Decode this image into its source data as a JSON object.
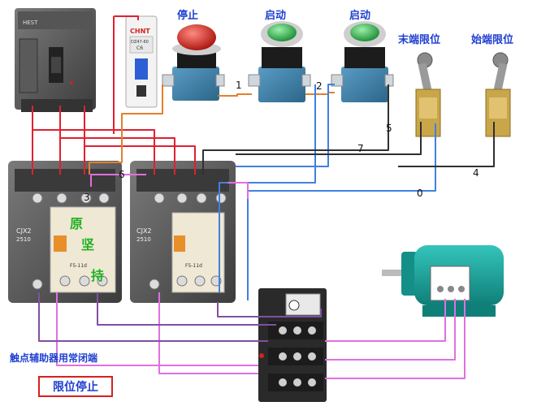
{
  "labels": {
    "stop_button": "停止",
    "start_button_1": "启动",
    "start_button_2": "启动",
    "end_limit": "末端限位",
    "start_limit": "始端限位",
    "aux_contact_note": "触点辅助器用常闭端",
    "limit_stop": "限位停止"
  },
  "wire_numbers": [
    "1",
    "2",
    "3",
    "4",
    "5",
    "6",
    "7",
    "0"
  ],
  "contactor_left": {
    "model": "CJX2",
    "rating": "2510",
    "aux_block": "F5-11d",
    "handwritten": [
      "原",
      "坚",
      "持"
    ]
  },
  "contactor_right": {
    "model": "CJX2",
    "rating": "2510",
    "aux_block": "F5-11d"
  },
  "breaker": {
    "brand": "HEST"
  },
  "mcb": {
    "brand": "CHNT",
    "model": "DZ47-60",
    "rating": "C6"
  },
  "colors": {
    "label_blue": "#1f3fd1",
    "wire_red": "#e02030",
    "wire_pink": "#e070e0",
    "wire_orange": "#e08030",
    "wire_blue": "#4080e0",
    "wire_purple": "#8050a0",
    "wire_black": "#303030",
    "motor_teal": "#1aa39a",
    "contactor_gray": "#6a6a6a",
    "stop_red": "#d91e18",
    "start_green": "#2ab34a",
    "switch_blue": "#3a7fa8"
  }
}
